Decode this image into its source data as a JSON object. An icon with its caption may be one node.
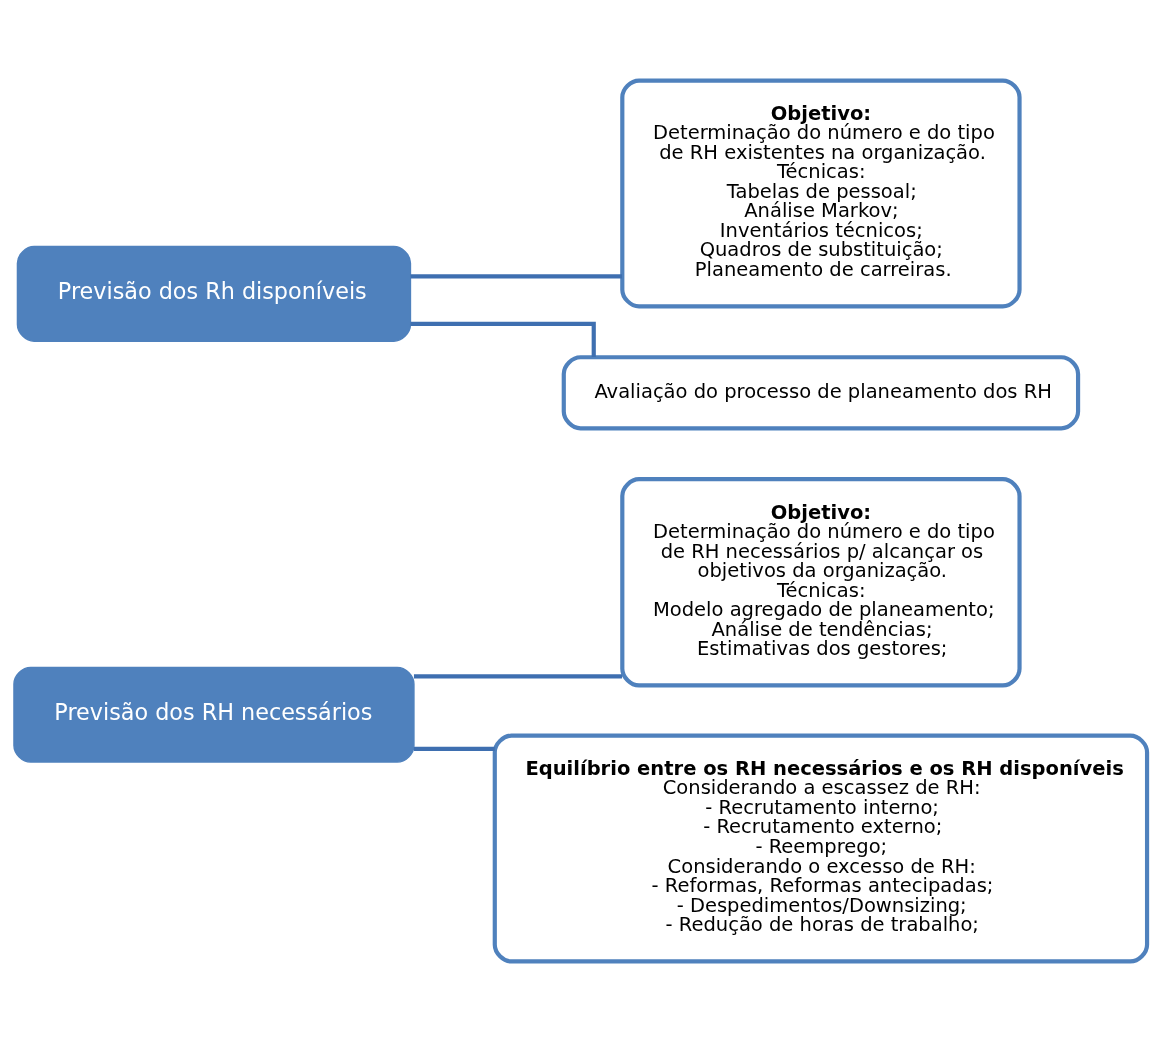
{
  "diagram": {
    "nodes": [
      {
        "text": [
          "Previsão dos RH necessários"
        ]
      },
      {
        "text": [
          "Objetivo:",
          "Determinação do número e do tipo de RH necessários p/ alcançar os objetivos da organização.",
          "Técnicas:",
          "Modelo agregado de planeamento;",
          "Análise de tendências;",
          "Estimativas dos gestores;"
        ]
      },
      {
        "text": [
          "Equilíbrio entre os RH necessários e os RH disponíveis",
          "Considerando a escassez de RH:",
          "- Recrutamento interno;",
          "- Recrutamento externo;",
          "- Reemprego;",
          "Considerando o excesso de RH:",
          "- Reformas, Reformas antecipadas;",
          "- Despedimentos/Downsizing;",
          "- Redução de horas de trabalho;"
        ]
      },
      {
        "text": [
          "Previsão dos Rh disponíveis"
        ]
      },
      {
        "text": [
          "Objetivo:",
          "Determinação do número e do tipo de RH existentes na organização.",
          "Técnicas:",
          "Tabelas de pessoal;",
          "Análise Markov;",
          "Inventários técnicos;",
          "Quadros de substituição;",
          "Planeamento de carreiras."
        ]
      },
      {
        "text": [
          "Avaliação do processo de planeamento dos RH"
        ]
      }
    ],
    "edges": [
      {
        "from": 0,
        "to": 1,
        "arrow": "none"
      },
      {
        "from": 0,
        "to": 2,
        "arrow": "none"
      },
      {
        "from": 3,
        "to": 4,
        "arrow": "none"
      },
      {
        "from": 3,
        "to": 5,
        "arrow": "none"
      }
    ]
  }
}
